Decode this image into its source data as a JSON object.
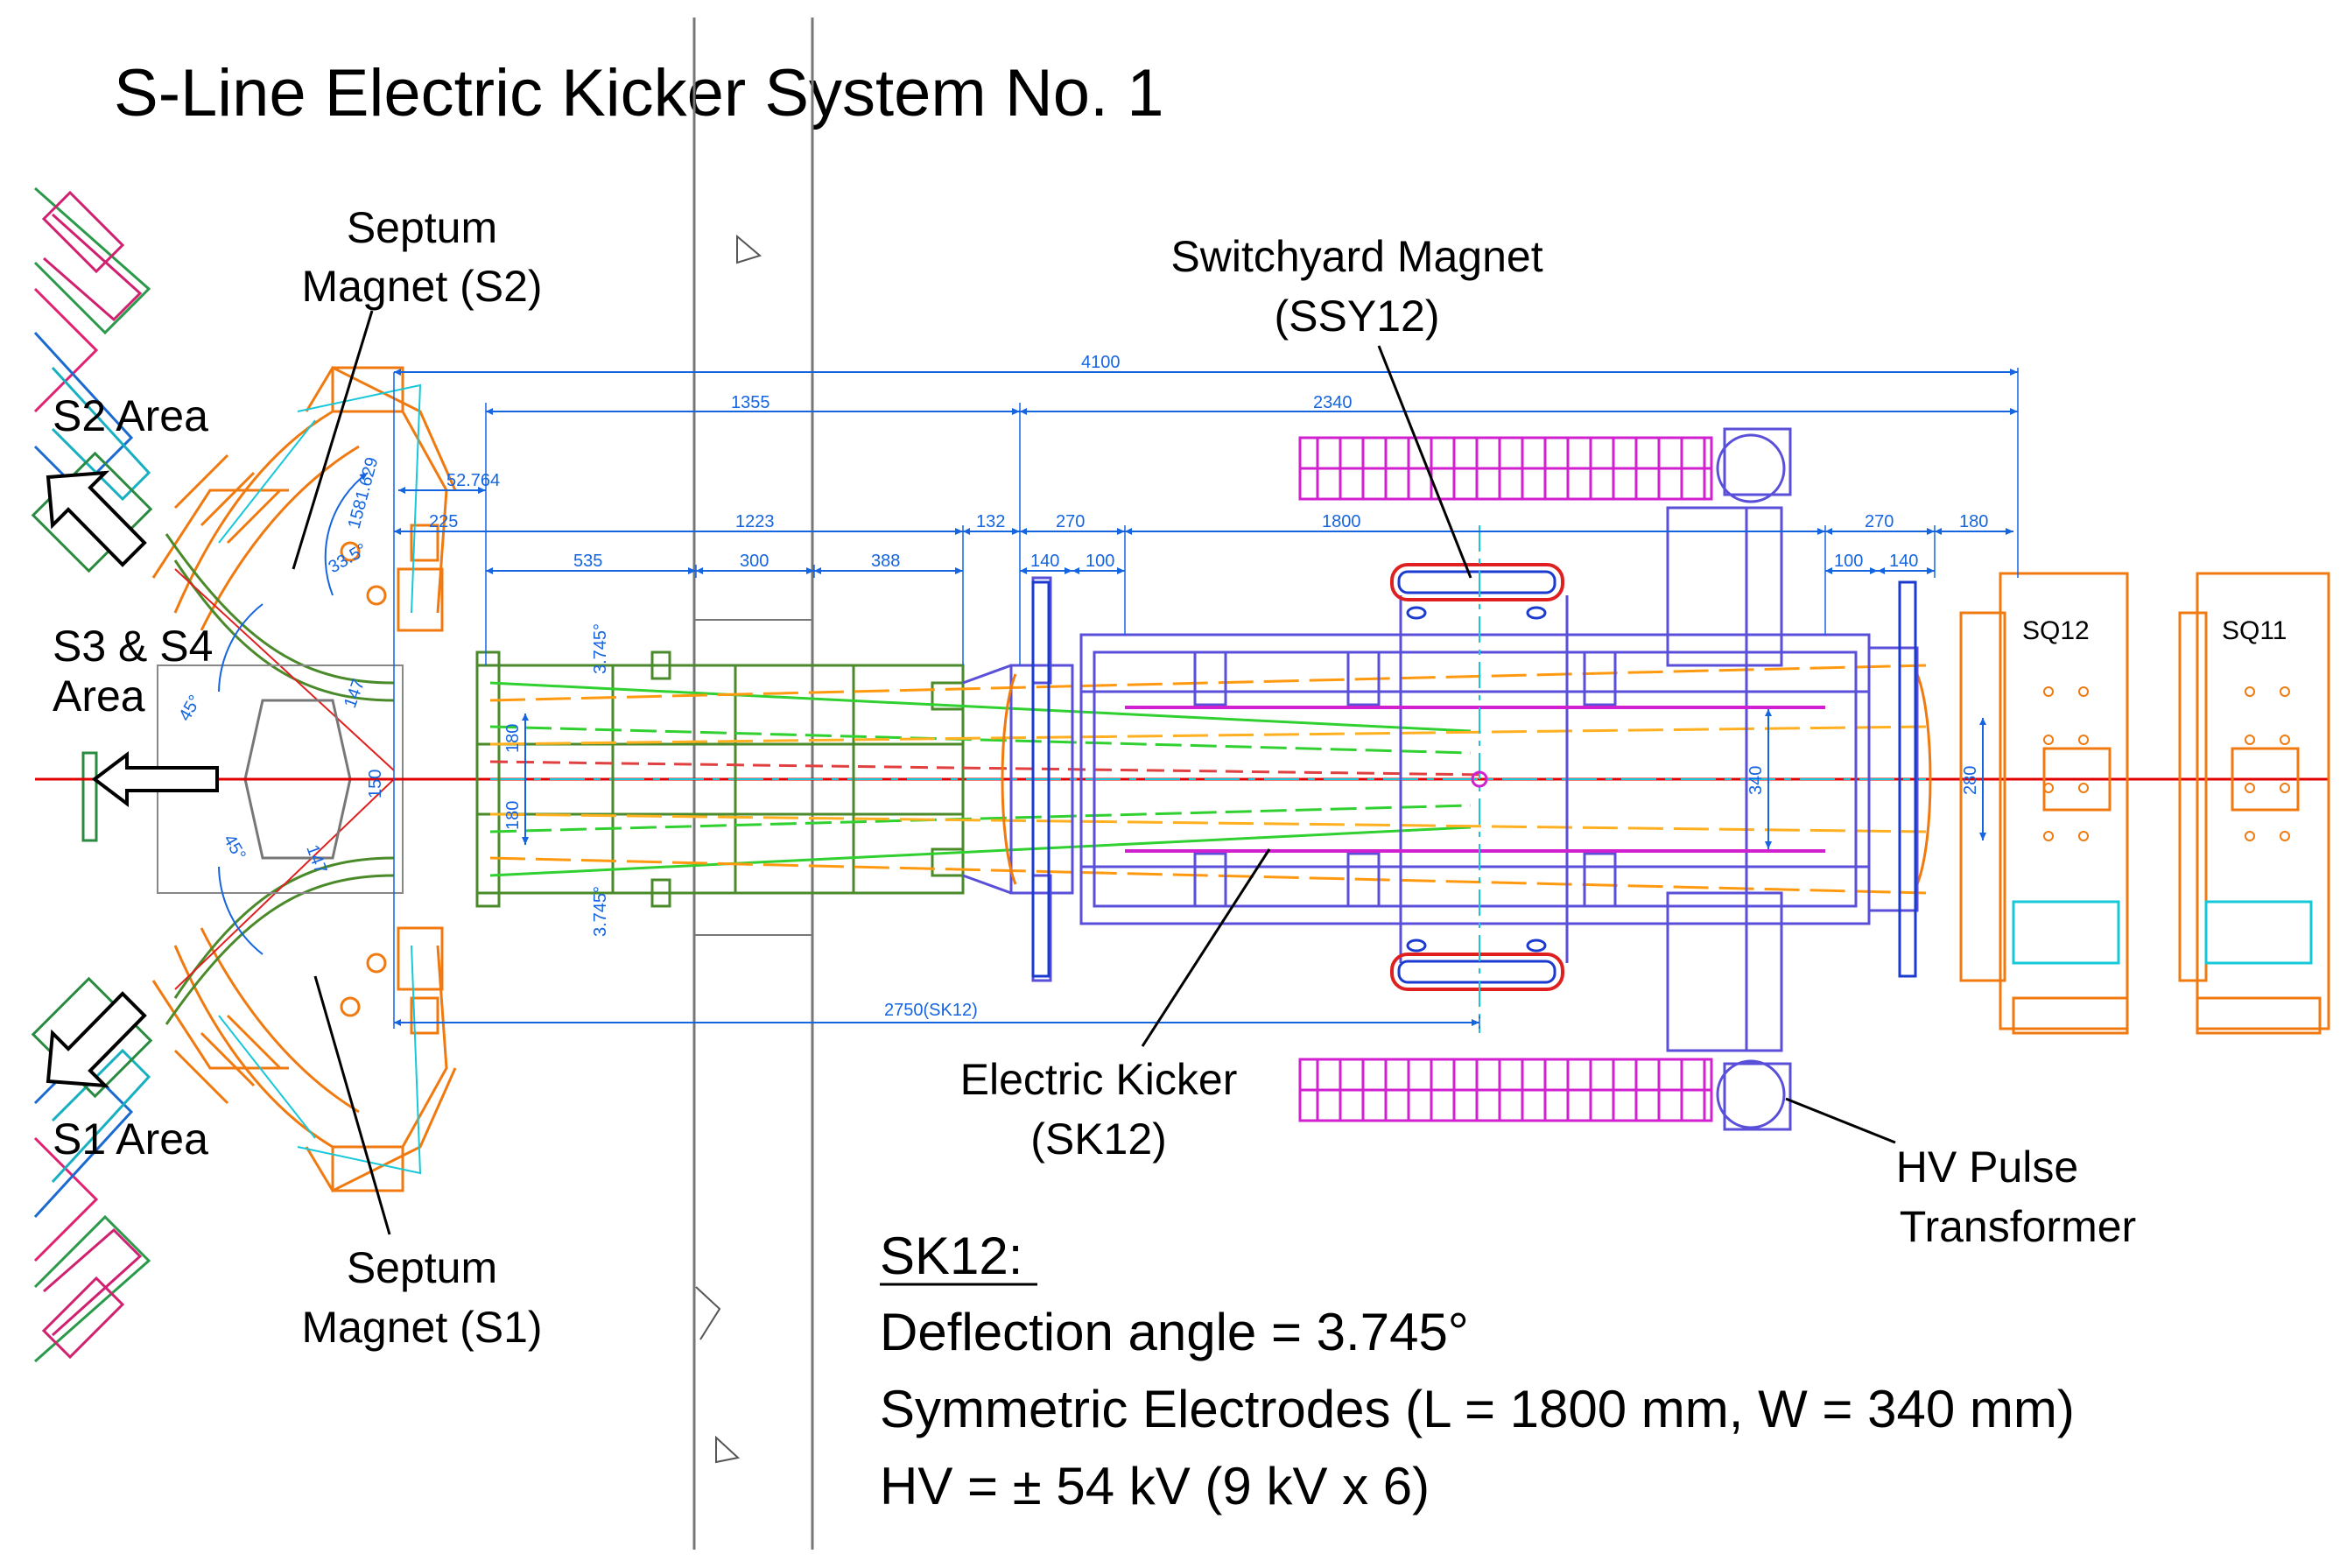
{
  "title": "S-Line Electric Kicker System No. 1",
  "labels": {
    "septum_s2_line1": "Septum",
    "septum_s2_line2": "Magnet (S2)",
    "septum_s1_line1": "Septum",
    "septum_s1_line2": "Magnet (S1)",
    "switchyard_line1": "Switchyard Magnet",
    "switchyard_line2": "(SSY12)",
    "kicker_line1": "Electric Kicker",
    "kicker_line2": "(SK12)",
    "hv_line1": "HV Pulse",
    "hv_line2": "Transformer",
    "s2_area": "S2 Area",
    "s34_line1": "S3 & S4",
    "s34_line2": "Area",
    "s1_area": "S1 Area",
    "sq12": "SQ12",
    "sq11": "SQ11"
  },
  "dimensions": {
    "d4100": "4100",
    "d1355": "1355",
    "d2340": "2340",
    "d52": "52.764",
    "d225": "225",
    "d1223": "1223",
    "d132": "132",
    "d270a": "270",
    "d1800": "1800",
    "d270b": "270",
    "d180": "180",
    "d535": "535",
    "d300": "300",
    "d388": "388",
    "d140a": "140",
    "d100a": "100",
    "d100b": "100",
    "d140b": "140",
    "d180v1": "180",
    "d180v2": "180",
    "d150": "150",
    "d340": "340",
    "d280": "280",
    "a3745a": "3.745°",
    "a3745b": "3.745°",
    "d2750": "2750(SK12)",
    "a45a": "45°",
    "a45b": "45°",
    "d147a": "147",
    "d147b": "147",
    "d1629": "1581.629",
    "d335": "33.5°"
  },
  "specs": {
    "heading": "SK12:",
    "line1": "Deflection angle = 3.745°",
    "line2": "Symmetric Electrodes (L = 1800 mm, W = 340 mm)",
    "line3": "HV = ± 54 kV (9 kV x 6)"
  },
  "colors": {
    "dimension": "#1565e0",
    "beam_axis": "#e00000",
    "septum": "#f07a10",
    "kicker": "#5a4fd8",
    "switchyard": "#d020d0",
    "frame": "#4a8a2a",
    "quadrupole": "#f07a10"
  }
}
